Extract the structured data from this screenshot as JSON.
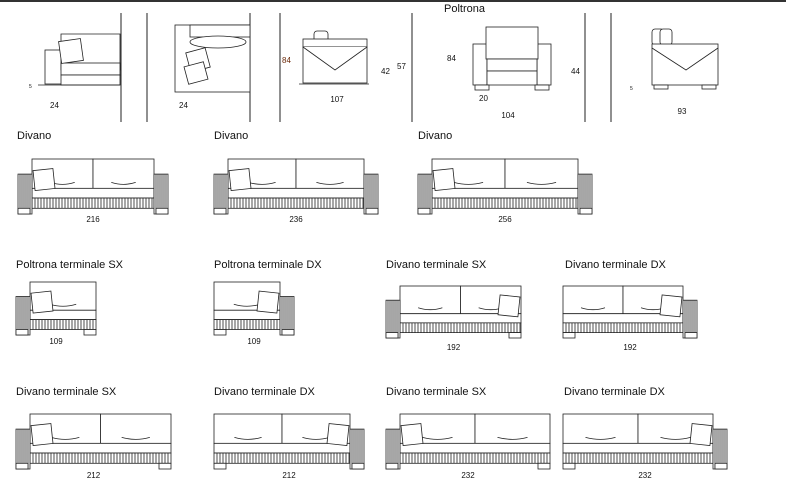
{
  "top_views": {
    "side_left": {
      "depth": "24",
      "foot": "5"
    },
    "plan": {
      "depth": "24"
    },
    "section": {
      "total_height": "84",
      "seat_height": "42",
      "arm_height": "57",
      "width": "107"
    },
    "poltrona": {
      "title": "Poltrona",
      "height": "84",
      "arm_width": "20",
      "seat_height": "44",
      "width": "104"
    },
    "side_right": {
      "foot": "5",
      "depth": "93"
    }
  },
  "sofas": [
    {
      "label": "Divano",
      "width": "216",
      "arms": "both",
      "seats": 2,
      "pillow": "left"
    },
    {
      "label": "Divano",
      "width": "236",
      "arms": "both",
      "seats": 2,
      "pillow": "left"
    },
    {
      "label": "Divano",
      "width": "256",
      "arms": "both",
      "seats": 2,
      "pillow": "left"
    },
    {
      "label": "Poltrona terminale SX",
      "width": "109",
      "arms": "left",
      "seats": 1,
      "pillow": "left"
    },
    {
      "label": "Poltrona terminale DX",
      "width": "109",
      "arms": "right",
      "seats": 1,
      "pillow": "right"
    },
    {
      "label": "Divano terminale SX",
      "width": "192",
      "arms": "left",
      "seats": 2,
      "pillow": "right"
    },
    {
      "label": "Divano terminale DX",
      "width": "192",
      "arms": "right",
      "seats": 2,
      "pillow": "right"
    },
    {
      "label": "Divano terminale SX",
      "width": "212",
      "arms": "left",
      "seats": 2,
      "pillow": "left"
    },
    {
      "label": "Divano terminale DX",
      "width": "212",
      "arms": "right",
      "seats": 2,
      "pillow": "right"
    },
    {
      "label": "Divano terminale SX",
      "width": "232",
      "arms": "left",
      "seats": 2,
      "pillow": "left"
    },
    {
      "label": "Divano terminale DX",
      "width": "232",
      "arms": "right",
      "seats": 2,
      "pillow": "right"
    }
  ],
  "colors": {
    "line": "#222222",
    "dimension_accent": "#6b2a0a"
  }
}
